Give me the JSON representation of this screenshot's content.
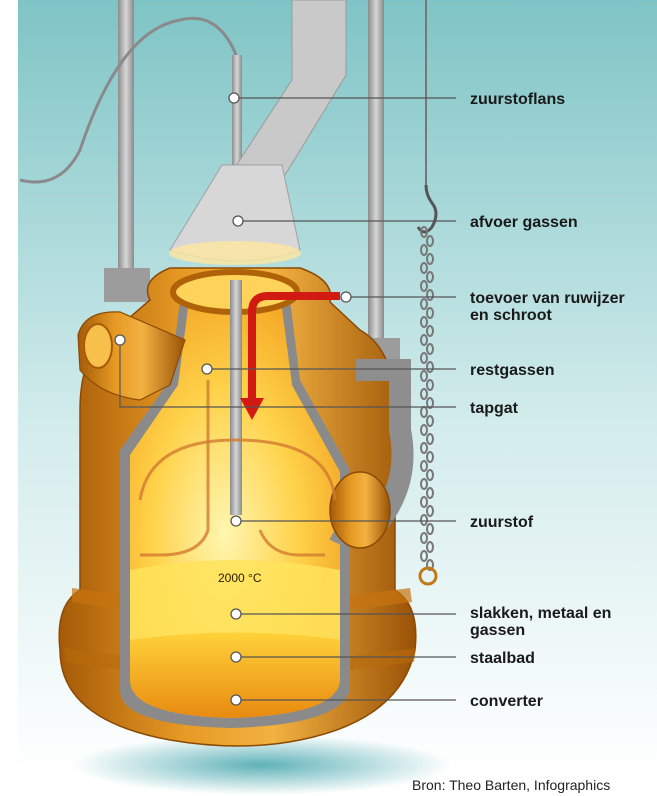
{
  "labels": {
    "zuurstoflans": "zuurstoflans",
    "afvoer_gassen": "afvoer gassen",
    "toevoer_line1": "toevoer van ruwijzer",
    "toevoer_line2": "en schroot",
    "restgassen": "restgassen",
    "tapgat": "tapgat",
    "zuurstof": "zuurstof",
    "slakken_line1": "slakken, metaal en",
    "slakken_line2": "gassen",
    "staalbad": "staalbad",
    "converter": "converter"
  },
  "temperature": "2000 °C",
  "credit": "Bron: Theo Barten, Infographics"
}
